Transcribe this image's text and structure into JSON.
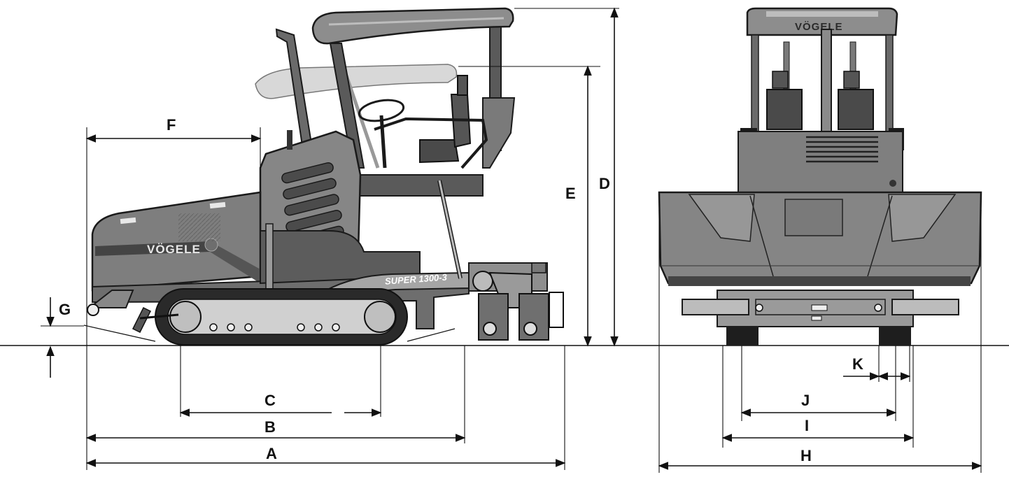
{
  "brand": "VÖGELE",
  "model": "SUPER 1300-3",
  "dimension_labels": {
    "A": "A",
    "B": "B",
    "C": "C",
    "D": "D",
    "E": "E",
    "F": "F",
    "G": "G",
    "H": "H",
    "I": "I",
    "J": "J",
    "K": "K"
  },
  "colors": {
    "machine_body": "#8a8a8a",
    "machine_dark": "#4a4a4a",
    "canopy": "#9a9a9a",
    "canopy_lowered": "#d6d6d6",
    "track": "#2a2a2a",
    "lines": "#111111"
  },
  "icons": [
    "side-view-paver",
    "rear-view-paver"
  ]
}
